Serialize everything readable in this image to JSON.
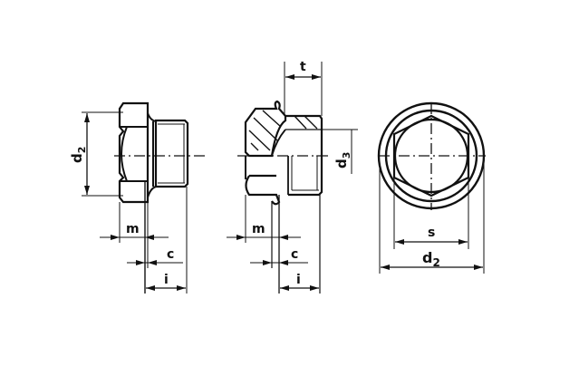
{
  "drawing": {
    "title": "Hexagon head screw plug with collar - technical drawing",
    "line_color": "#111111",
    "background": "#ffffff",
    "views": [
      {
        "id": "side-view-plain",
        "labels": {
          "d2": "d",
          "d2_sub": "2",
          "m": "m",
          "c": "c",
          "i": "i"
        }
      },
      {
        "id": "side-view-section",
        "labels": {
          "t": "t",
          "d3": "d",
          "d3_sub": "3",
          "m": "m",
          "c": "c",
          "i": "i"
        }
      },
      {
        "id": "end-view",
        "labels": {
          "s": "s",
          "d2": "d",
          "d2_sub": "2"
        }
      }
    ]
  }
}
